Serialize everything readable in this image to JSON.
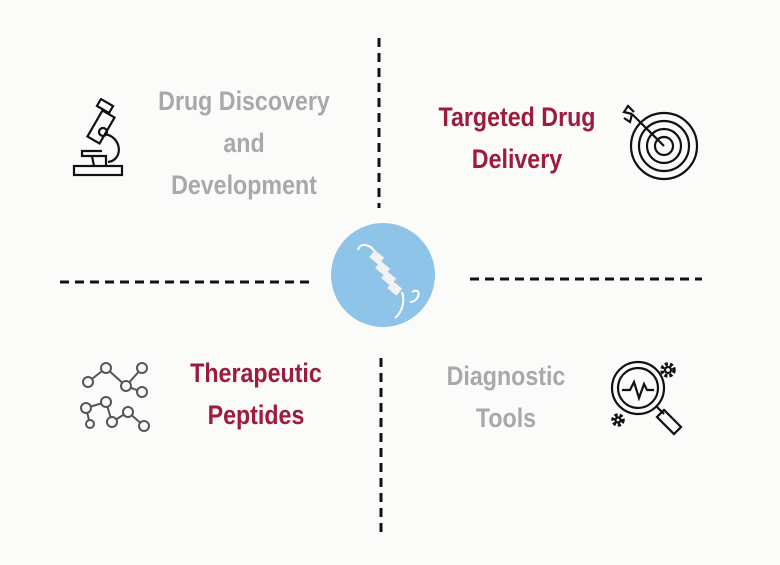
{
  "quadrants": [
    {
      "lines": [
        "Drug Discovery",
        "and",
        "Development"
      ],
      "icon": "microscope-icon",
      "color": "#a9a9a9"
    },
    {
      "lines": [
        "Targeted Drug",
        "Delivery"
      ],
      "icon": "target-icon",
      "color": "#9d1b3c"
    },
    {
      "lines": [
        "Therapeutic",
        "Peptides"
      ],
      "icon": "molecule-network-icon",
      "color": "#9d1b3c"
    },
    {
      "lines": [
        "Diagnostic",
        "Tools"
      ],
      "icon": "magnifier-gears-icon",
      "color": "#a9a9a9"
    }
  ],
  "center": {
    "icon": "peptide-helix-icon",
    "color": "#8ec4e8"
  }
}
